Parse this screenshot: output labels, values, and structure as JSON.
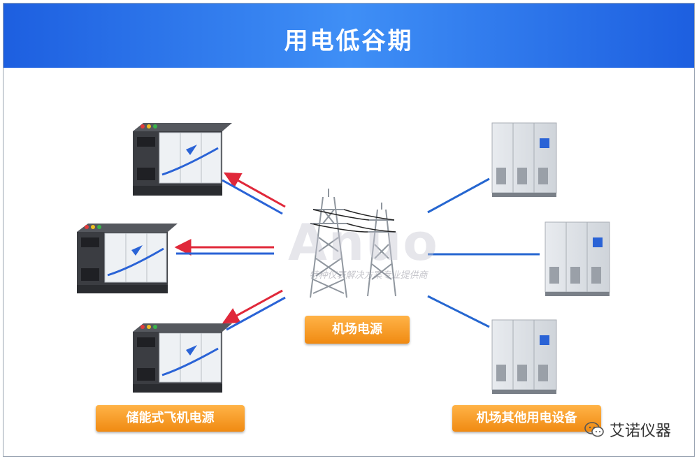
{
  "title": "用电低谷期",
  "watermark": {
    "brand": "Anuo",
    "tagline": "特种仪表解决方案专业提供商"
  },
  "labels": {
    "grid": "机场电源",
    "left_group": "储能式飞机电源",
    "right_group": "机场其他用电设备"
  },
  "brand": {
    "name": "艾诺仪器",
    "icon": "wechat-icon"
  },
  "colors": {
    "banner": "#2f7ae8",
    "label_box": "#f59b1e",
    "flow_red": "#e0283a",
    "flow_blue": "#2a63d6",
    "connector": "#2566d0"
  }
}
